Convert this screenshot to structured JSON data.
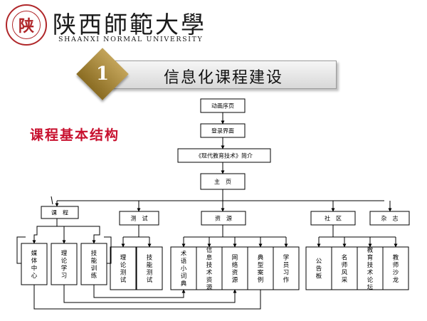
{
  "header": {
    "university_cn": "陕西師範大學",
    "university_en": "SHAANXI NORMAL UNIVERSITY",
    "seal_char": "陕"
  },
  "slide": {
    "number": "1",
    "title": "信息化课程建设",
    "heading": "课程基本结构"
  },
  "colors": {
    "heading_red": "#c8102e",
    "number_gold": "#a88538",
    "line": "#000000"
  },
  "diagram": {
    "flow": [
      {
        "id": "anim",
        "label": "动画序页"
      },
      {
        "id": "login",
        "label": "登录界面"
      },
      {
        "id": "intro",
        "label": "《现代教育技术》简介"
      },
      {
        "id": "home",
        "label": "主　页"
      }
    ],
    "sections": [
      {
        "id": "course",
        "label": "课　程",
        "children": [
          "媒体中心",
          "理论学习",
          "技能训练"
        ]
      },
      {
        "id": "test",
        "label": "测　试",
        "children": [
          "理论测试",
          "技能测试"
        ]
      },
      {
        "id": "resource",
        "label": "资　源",
        "children": [
          "术语小词典",
          "信息技术资源",
          "网络资源",
          "典型案例",
          "学员习作"
        ]
      },
      {
        "id": "community",
        "label": "社　区",
        "children": [
          "公告板",
          "名师风采",
          "教育技术论坛",
          "教师沙龙"
        ]
      },
      {
        "id": "magazine",
        "label": "杂　志",
        "children": []
      }
    ]
  }
}
